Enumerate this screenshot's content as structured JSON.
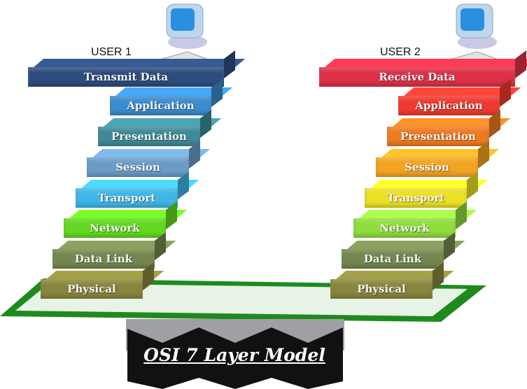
{
  "title": "OSI 7 Layer Model",
  "user1": {
    "label": "USER 1",
    "layers": [
      {
        "label": "Transmit Data",
        "color": "#2d4c7e"
      },
      {
        "label": "Application",
        "color": "#3a8ccf"
      },
      {
        "label": "Presentation",
        "color": "#3e8a98"
      },
      {
        "label": "Session",
        "color": "#6b9cc6"
      },
      {
        "label": "Transport",
        "color": "#3fb6e6"
      },
      {
        "label": "Network",
        "color": "#62d820"
      },
      {
        "label": "Data Link",
        "color": "#74874e"
      },
      {
        "label": "Physical",
        "color": "#88863c"
      }
    ]
  },
  "user2": {
    "label": "USER 2",
    "layers": [
      {
        "label": "Receive Data",
        "color": "#dd3048"
      },
      {
        "label": "Application",
        "color": "#ee3a30"
      },
      {
        "label": "Presentation",
        "color": "#ee7a22"
      },
      {
        "label": "Session",
        "color": "#f3a322"
      },
      {
        "label": "Transport",
        "color": "#ece024"
      },
      {
        "label": "Network",
        "color": "#8fdc3e"
      },
      {
        "label": "Data Link",
        "color": "#74874e"
      },
      {
        "label": "Physical",
        "color": "#88863c"
      }
    ]
  }
}
